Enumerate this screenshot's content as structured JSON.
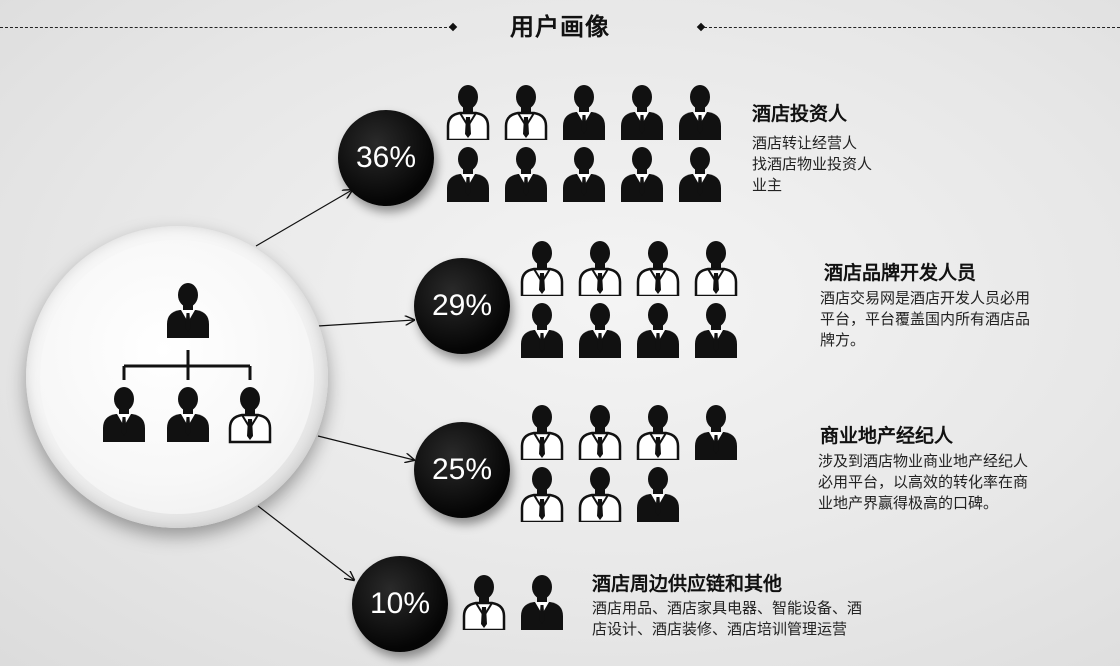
{
  "page_title": "用户画像",
  "segments": [
    {
      "percent": "36%",
      "title": "酒店投资人",
      "desc": [
        "酒店转让经营人",
        "找酒店物业投资人",
        "业主"
      ]
    },
    {
      "percent": "29%",
      "title": "酒店品牌开发人员",
      "desc": [
        "酒店交易网是酒店开发人员必用",
        "平台，平台覆盖国内所有酒店品",
        "牌方。"
      ]
    },
    {
      "percent": "25%",
      "title": "商业地产经纪人",
      "desc": [
        "涉及到酒店物业商业地产经纪人",
        "必用平台，以高效的转化率在商",
        "业地产界赢得极高的口碑。"
      ]
    },
    {
      "percent": "10%",
      "title": "酒店周边供应链和其他",
      "desc": [
        "酒店用品、酒店家具电器、智能设备、酒",
        "店设计、酒店装修、酒店培训管理运营"
      ]
    }
  ],
  "icons": {
    "person_dark": "person-dark-suit-icon",
    "person_light": "person-light-shirt-icon",
    "hierarchy": "org-hierarchy-icon"
  },
  "colors": {
    "dark": "#111111",
    "text": "#222222"
  }
}
